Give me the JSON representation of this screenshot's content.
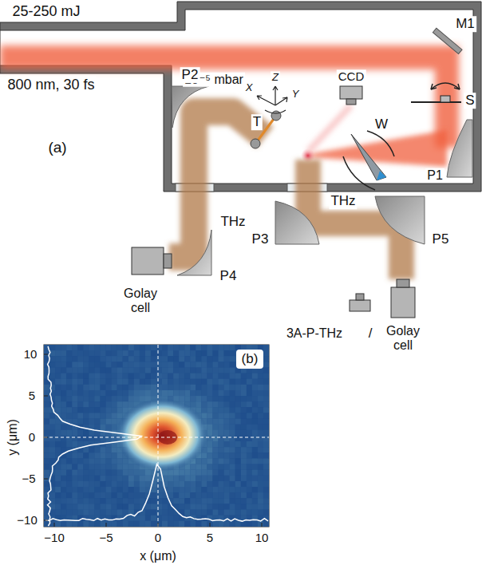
{
  "diagram": {
    "labels": [
      "25-250 mJ",
      "800 nm, 30 fs",
      "M1",
      "10⁻⁵ mbar",
      "CCD",
      "S",
      "(a)",
      "Z",
      "X",
      "Y",
      "T",
      "P2",
      "W",
      "P1",
      "THz",
      "THz",
      "Golay cell",
      "P4",
      "P3",
      "P5",
      "3A-P-THz",
      "/",
      "Golay cell",
      "(b)",
      "10",
      "5",
      "0",
      "−5",
      "−10",
      "−10",
      "−5",
      "0",
      "5",
      "10",
      "y (μm)",
      "x (μm)"
    ]
  }
}
